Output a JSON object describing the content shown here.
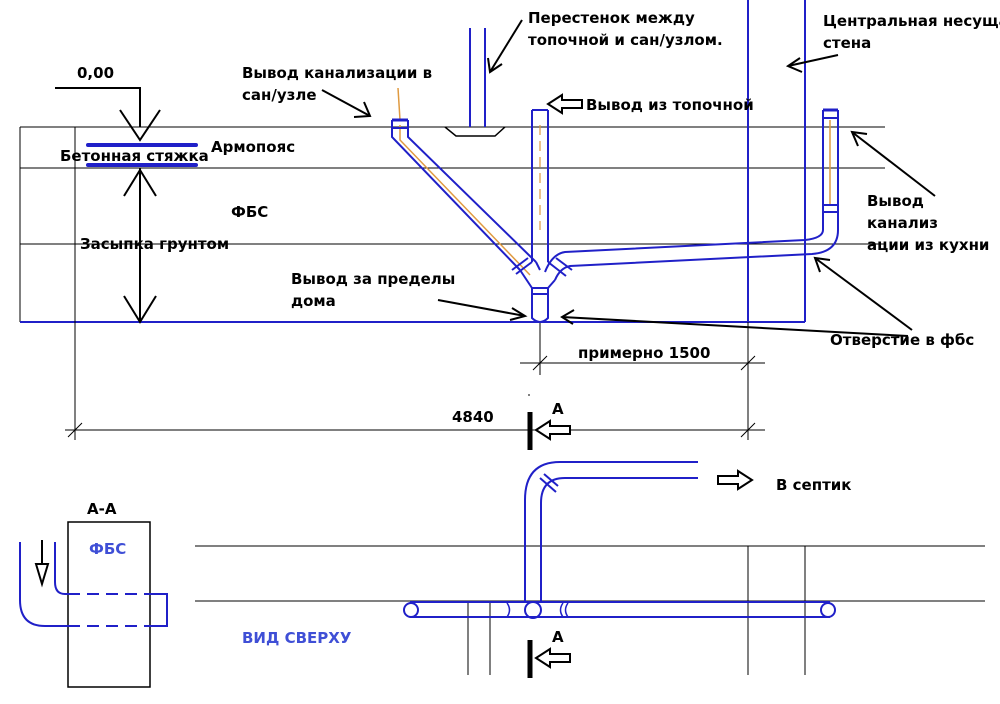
{
  "labels": {
    "zero_mark": "0,00",
    "sewer_outlet_bathroom": "Вывод канализации в сан/узле",
    "partition": "Перестенок между топочной и сан/узлом.",
    "central_wall": "Центральная несущая стена",
    "outlet_boiler": "Вывод из топочной",
    "concrete_screed": "Бетонная стяжка",
    "armopoyas": "Армопояс",
    "fbs": "ФБС",
    "backfill": "Засыпка грунтом",
    "outlet_outside": "Вывод за пределы дома",
    "kitchen_outlet": "Вывод канализации из кухни",
    "fbs_hole": "Отверстие в фбс",
    "approx_dim": "примерно 1500",
    "total_dim": "4840",
    "section_mark": "А",
    "section_title": "А-А",
    "section_fbs": "ФБС",
    "to_septic": "В септик",
    "top_view": "ВИД СВЕРХУ"
  },
  "colors": {
    "pipe": "#2020c8",
    "pipe_axis": "#e09a40",
    "section_text": "#3f4fd6",
    "lines": "#000000"
  }
}
